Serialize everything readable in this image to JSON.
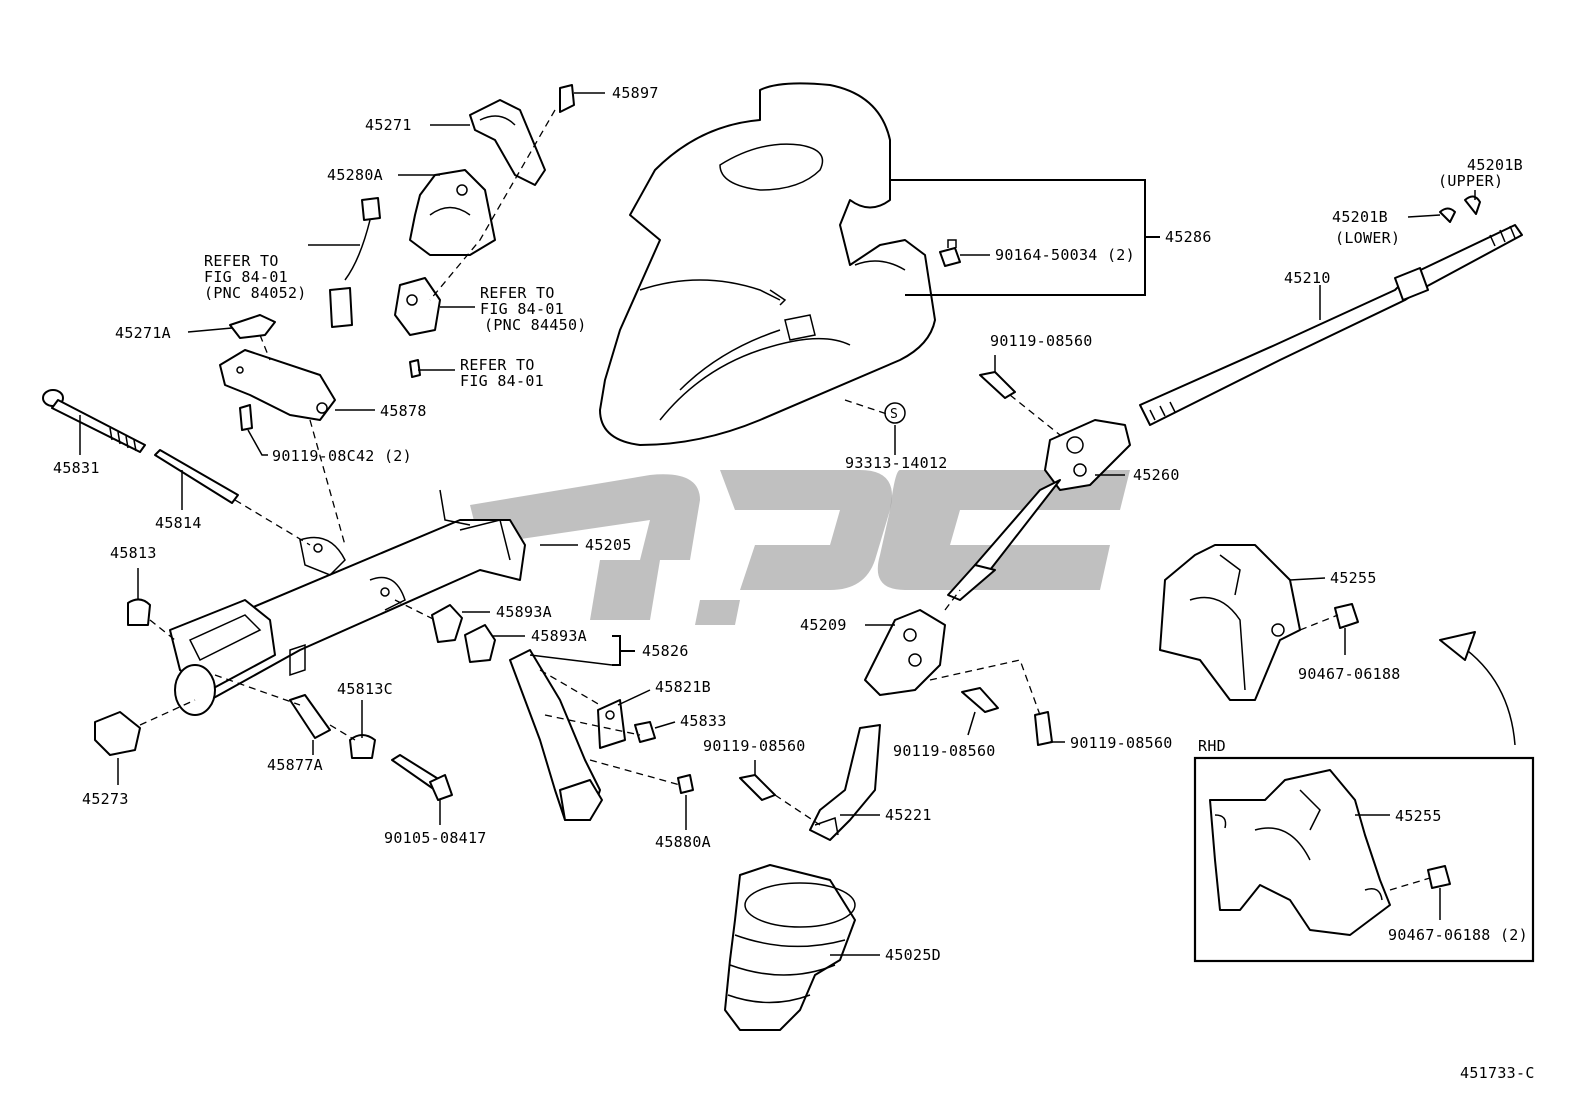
{
  "diagram": {
    "labels": {
      "p45897": "45897",
      "p45271": "45271",
      "p45280A": "45280A",
      "refer1_l1": "REFER TO",
      "refer1_l2": "FIG 84-01",
      "refer1_l3": "(PNC 84052)",
      "refer2_l1": "REFER TO",
      "refer2_l2": "FIG 84-01",
      "refer2_l3": "(PNC 84450)",
      "refer3_l1": "REFER TO",
      "refer3_l2": "FIG 84-01",
      "p45271A": "45271A",
      "p45878": "45878",
      "p90119_08C42": "90119-08C42 (2)",
      "p45831": "45831",
      "p45814": "45814",
      "p45813": "45813",
      "p45205": "45205",
      "p45893A_1": "45893A",
      "p45893A_2": "45893A",
      "p45826": "45826",
      "p45813C": "45813C",
      "p45877A": "45877A",
      "p45273": "45273",
      "p90105_08417": "90105-08417",
      "p45821B": "45821B",
      "p45833": "45833",
      "p90119_08560_a": "90119-08560",
      "p45880A": "45880A",
      "p45286": "45286",
      "p90164_50034": "90164-50034 (2)",
      "s_mark": "S",
      "p93313_14012": "93313-14012",
      "p90119_08560_b": "90119-08560",
      "p45260": "45260",
      "p45201B_upper": "45201B",
      "upper": "(UPPER)",
      "p45201B_lower": "45201B",
      "lower": "(LOWER)",
      "p45210": "45210",
      "p45209": "45209",
      "p90119_08560_c": "90119-08560",
      "p90119_08560_d": "90119-08560",
      "p45221": "45221",
      "p45025D": "45025D",
      "p45255_1": "45255",
      "p90467_06188": "90467-06188",
      "rhd": "RHD",
      "p45255_2": "45255",
      "p90467_06188_2": "90467-06188 (2)",
      "figure_id": "451733-C"
    }
  }
}
